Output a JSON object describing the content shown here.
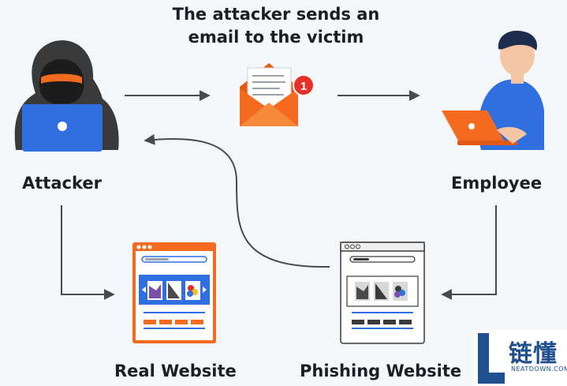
{
  "title": {
    "line1": "The attacker sends an",
    "line2": "email to the victim"
  },
  "nodes": {
    "attacker": "Attacker",
    "employee": "Employee",
    "real_website": "Real Website",
    "phishing_website": "Phishing Website"
  },
  "email_badge": "1",
  "watermark": {
    "text": "链懂",
    "subtext": "NEATDOWN.COM",
    "letter": "L"
  },
  "colors": {
    "accent_orange": "#f46a1f",
    "accent_blue": "#2f6fe0",
    "badge_red": "#e8302b",
    "arrow": "#4a4a4a",
    "text": "#1b1f24"
  },
  "icons": [
    "hacker-icon",
    "envelope-icon",
    "employee-icon",
    "browser-window-icon",
    "browser-window-icon"
  ]
}
